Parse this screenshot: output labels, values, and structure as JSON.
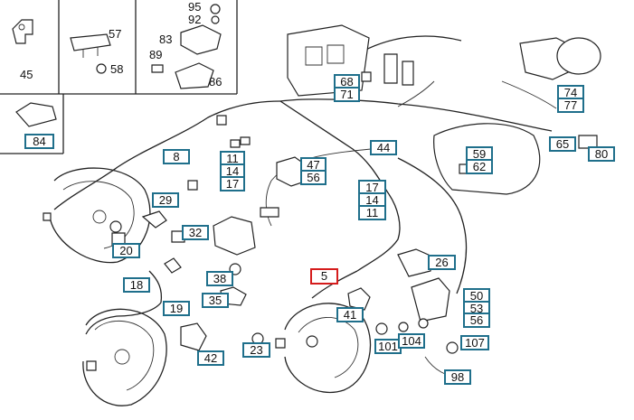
{
  "callouts": [
    {
      "id": "c84",
      "label": "84"
    },
    {
      "id": "c8",
      "label": "8"
    },
    {
      "id": "c11a",
      "label": "11"
    },
    {
      "id": "c14a",
      "label": "14"
    },
    {
      "id": "c17a",
      "label": "17"
    },
    {
      "id": "c47",
      "label": "47"
    },
    {
      "id": "c56a",
      "label": "56"
    },
    {
      "id": "c44",
      "label": "44"
    },
    {
      "id": "c68",
      "label": "68"
    },
    {
      "id": "c71",
      "label": "71"
    },
    {
      "id": "c74",
      "label": "74"
    },
    {
      "id": "c77",
      "label": "77"
    },
    {
      "id": "c65",
      "label": "65"
    },
    {
      "id": "c80",
      "label": "80"
    },
    {
      "id": "c59",
      "label": "59"
    },
    {
      "id": "c62",
      "label": "62"
    },
    {
      "id": "c29",
      "label": "29"
    },
    {
      "id": "c32",
      "label": "32"
    },
    {
      "id": "c20",
      "label": "20"
    },
    {
      "id": "c17b",
      "label": "17"
    },
    {
      "id": "c14b",
      "label": "14"
    },
    {
      "id": "c11b",
      "label": "11"
    },
    {
      "id": "c26",
      "label": "26"
    },
    {
      "id": "c18",
      "label": "18"
    },
    {
      "id": "c38",
      "label": "38"
    },
    {
      "id": "c5",
      "label": "5"
    },
    {
      "id": "c35",
      "label": "35"
    },
    {
      "id": "c19",
      "label": "19"
    },
    {
      "id": "c41",
      "label": "41"
    },
    {
      "id": "c50",
      "label": "50"
    },
    {
      "id": "c53",
      "label": "53"
    },
    {
      "id": "c56b",
      "label": "56"
    },
    {
      "id": "c101",
      "label": "101"
    },
    {
      "id": "c104",
      "label": "104"
    },
    {
      "id": "c107",
      "label": "107"
    },
    {
      "id": "c23",
      "label": "23"
    },
    {
      "id": "c42",
      "label": "42"
    },
    {
      "id": "c98",
      "label": "98"
    }
  ],
  "plain_labels": [
    {
      "id": "p45",
      "label": "45"
    },
    {
      "id": "p57",
      "label": "57"
    },
    {
      "id": "p58",
      "label": "58"
    },
    {
      "id": "p95",
      "label": "95"
    },
    {
      "id": "p92",
      "label": "92"
    },
    {
      "id": "p83",
      "label": "83"
    },
    {
      "id": "p89",
      "label": "89"
    },
    {
      "id": "p86",
      "label": "86"
    }
  ],
  "colors": {
    "callout_border": "#1f6f8b",
    "highlight_border": "#d51c1c"
  }
}
